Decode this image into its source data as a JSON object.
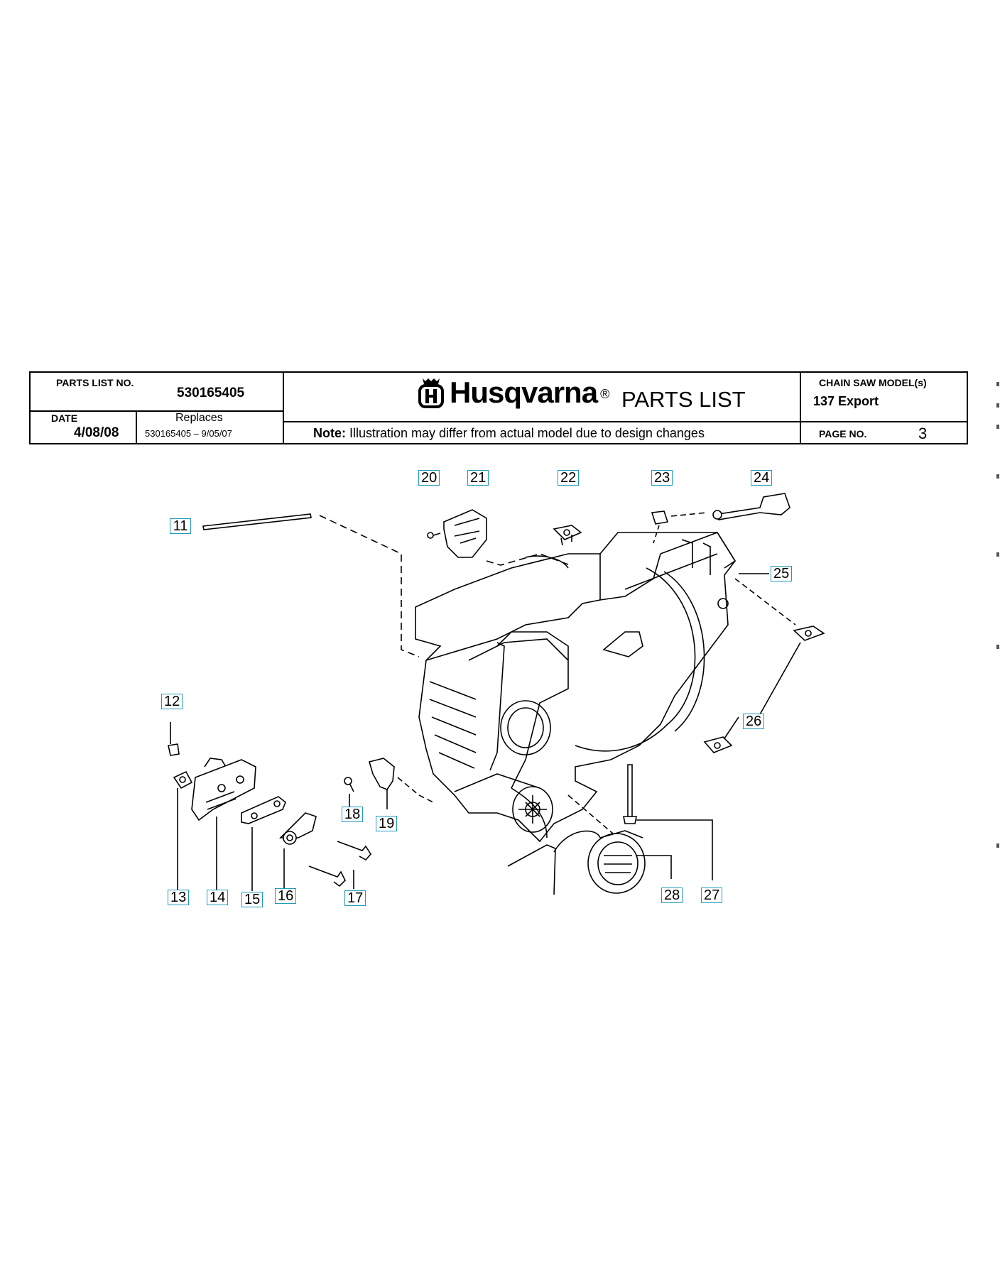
{
  "header": {
    "parts_list_label": "PARTS LIST NO.",
    "parts_list_no": "530165405",
    "date_label": "DATE",
    "date_value": "4/08/08",
    "replaces_label": "Replaces",
    "replaces_value": "530165405 – 9/05/07",
    "brand": "Husqvarna",
    "registered_mark": "®",
    "title": "PARTS LIST",
    "note_bold": "Note:",
    "note_text": " Illustration may differ from actual model due to design changes",
    "model_label": "CHAIN SAW MODEL(s)",
    "model_value": "137 Export",
    "page_label": "PAGE   NO.",
    "page_value": "3"
  },
  "callouts": [
    "11",
    "12",
    "13",
    "14",
    "15",
    "16",
    "17",
    "18",
    "19",
    "20",
    "21",
    "22",
    "23",
    "24",
    "25",
    "26",
    "27",
    "28"
  ],
  "colors": {
    "callout_border": "#1f9bbd",
    "line": "#000000"
  }
}
